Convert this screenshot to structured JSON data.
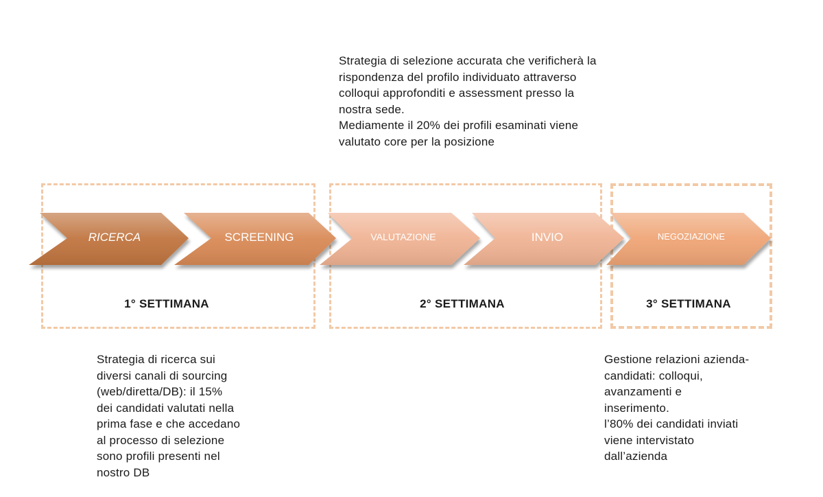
{
  "top_note": {
    "lines": [
      "Strategia di selezione accurata che verificherà la",
      "rispondenza del profilo individuato attraverso",
      "colloqui approfonditi e assessment presso la",
      "nostra sede.",
      "Mediamente il 20% dei profili esaminati viene",
      "valutato core per la posizione"
    ]
  },
  "left_note": {
    "lines": [
      "Strategia di ricerca sui",
      "diversi canali di sourcing",
      "(web/diretta/DB): il 15%",
      "dei candidati valutati nella",
      "prima fase e che accedano",
      "al processo di selezione",
      "sono profili presenti nel",
      "nostro DB"
    ]
  },
  "right_note": {
    "lines": [
      "Gestione relazioni azienda-",
      "candidati: colloqui,",
      "avanzamenti e",
      "inserimento.",
      "l’80% dei candidati  inviati",
      "viene intervistato",
      "dall’azienda"
    ]
  },
  "weeks": [
    {
      "label": "1° SETTIMANA"
    },
    {
      "label": "2° SETTIMANA"
    },
    {
      "label": "3° SETTIMANA"
    }
  ],
  "steps": [
    {
      "label": "RICERCA",
      "color": "#c0743f"
    },
    {
      "label": "SCREENING",
      "color": "#d98a56"
    },
    {
      "label": "VALUTAZIONE",
      "color": "#f0b394"
    },
    {
      "label": "INVIO",
      "color": "#f0b394"
    },
    {
      "label": "NEGOZIAZIONE",
      "color": "#efa576"
    }
  ],
  "colors": {
    "dashed_border": "#f2c9a6"
  }
}
